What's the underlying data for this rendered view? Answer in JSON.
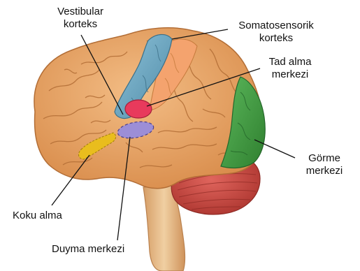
{
  "labels": {
    "vestibular": {
      "line1": "Vestibular",
      "line2": "korteks"
    },
    "somatosensory": {
      "line1": "Somatosensorik",
      "line2": "korteks"
    },
    "taste": {
      "line1": "Tad alma",
      "line2": "merkezi"
    },
    "vision": {
      "line1": "Görme",
      "line2": "merkezi"
    },
    "smell": {
      "line1": "Koku alma"
    },
    "hearing": {
      "line1": "Duyma merkezi"
    }
  },
  "colors": {
    "cerebrum": "#e8a463",
    "cerebrum_shadow": "#c57a3c",
    "vestibular_cortex": "#6fa8c2",
    "somatosensory_cortex": "#f4a36e",
    "taste_center": "#e83a5c",
    "hearing_center": "#9c8ed6",
    "smell_center": "#e9bd1d",
    "vision_center": "#3d9a3d",
    "cerebellum": "#c8443e",
    "brainstem": "#e6bc8e",
    "leader_line": "#111111"
  }
}
